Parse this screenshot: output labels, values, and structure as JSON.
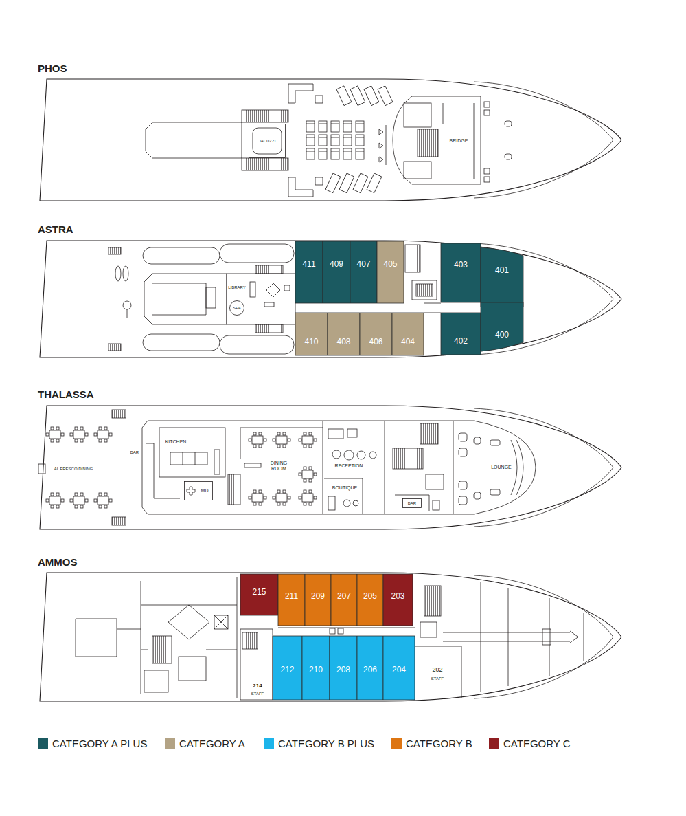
{
  "diagram": {
    "nodes": [
      {
        "text": [
          "PHOS"
        ]
      },
      {
        "text": [
          "JACUZZI"
        ],
        "in": 0
      },
      {
        "text": [
          "ASTRA"
        ]
      },
      {
        "text": [
          "SPA"
        ],
        "in": 2
      },
      {
        "text": [
          "411"
        ],
        "in": 2
      },
      {
        "text": [
          "409"
        ],
        "in": 2
      },
      {
        "text": [
          "407"
        ],
        "in": 2
      },
      {
        "text": [
          "405"
        ],
        "in": 2
      },
      {
        "text": [
          "403"
        ],
        "in": 2
      },
      {
        "text": [
          "401"
        ],
        "in": 2
      },
      {
        "text": [
          "410"
        ],
        "in": 2
      },
      {
        "text": [
          "408"
        ],
        "in": 2
      },
      {
        "text": [
          "406"
        ],
        "in": 2
      },
      {
        "text": [
          "404"
        ],
        "in": 2
      },
      {
        "text": [
          "402"
        ],
        "in": 2
      },
      {
        "text": [
          "400"
        ],
        "in": 2
      },
      {
        "text": [
          "THALASSA"
        ]
      },
      {
        "text": [
          "MD"
        ],
        "in": 16
      },
      {
        "text": [
          "BAR"
        ],
        "in": 16
      },
      {
        "text": [
          "AMMOS"
        ]
      },
      {
        "text": [
          "215"
        ],
        "in": 19
      },
      {
        "text": [
          "211"
        ],
        "in": 19
      },
      {
        "text": [
          "209"
        ],
        "in": 19
      },
      {
        "text": [
          "207"
        ],
        "in": 19
      },
      {
        "text": [
          "205"
        ],
        "in": 19
      },
      {
        "text": [
          "203"
        ],
        "in": 19
      },
      {
        "text": [
          "212"
        ],
        "in": 19
      },
      {
        "text": [
          "210"
        ],
        "in": 19
      },
      {
        "text": [
          "208"
        ],
        "in": 19
      },
      {
        "text": [
          "206"
        ],
        "in": 19
      },
      {
        "text": [
          "204"
        ],
        "in": 19
      }
    ],
    "labels": [
      "BRIDGE",
      "LIBRARY",
      "AL FRESCO DINING",
      "BAR",
      "KITCHEN",
      "DINING ROOM",
      "RECEPTION",
      "BOUTIQUE",
      "LOUNGE",
      "214",
      "STAFF",
      "202",
      "STAFF"
    ],
    "legend": [
      {
        "text": "CATEGORY A PLUS",
        "color": "#1b5a61"
      },
      {
        "text": "CATEGORY A",
        "color": "#b3a385"
      },
      {
        "text": "CATEGORY B PLUS",
        "color": "#1cb4ea"
      },
      {
        "text": "CATEGORY B",
        "color": "#dd7512"
      },
      {
        "text": "CATEGORY C",
        "color": "#8f1d20"
      }
    ]
  }
}
